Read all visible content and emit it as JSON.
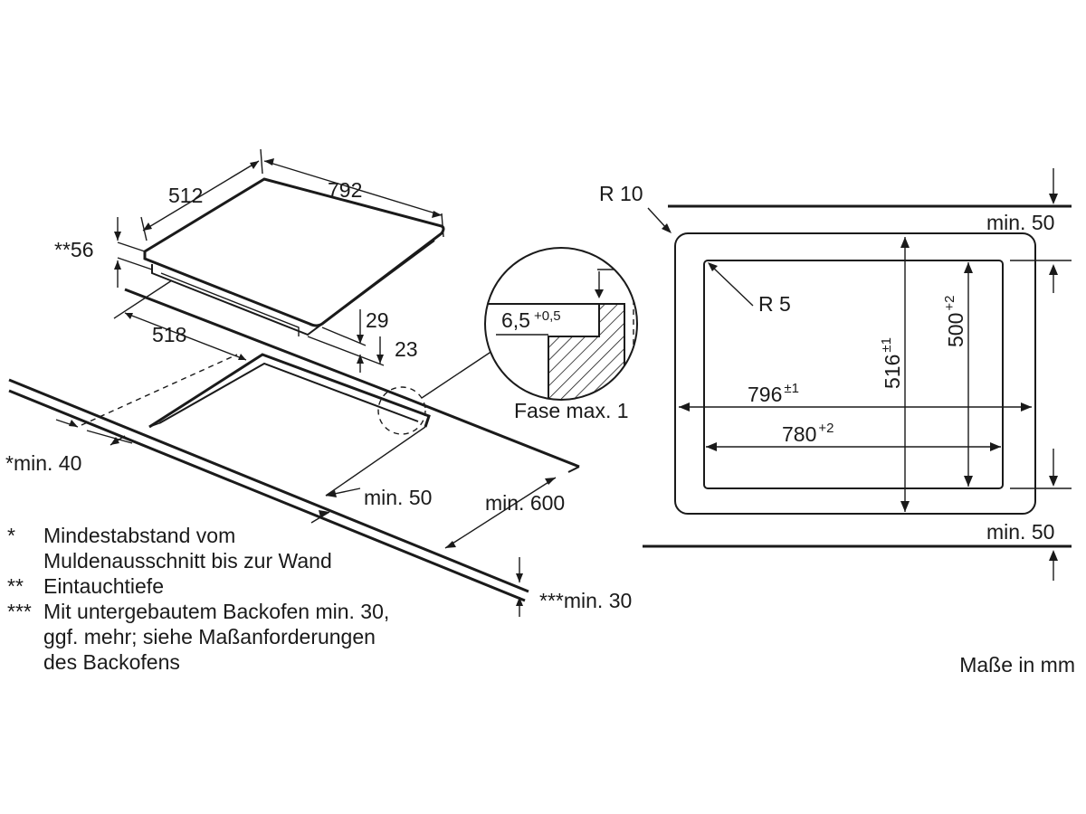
{
  "cooktop_view": {
    "width": "792",
    "depth": "512",
    "insertion_depth": "**56",
    "frame_height": "29",
    "height_above": "23",
    "cutout_depth": "518",
    "wall_clearance": "*min. 40",
    "front_clearance": "min. 50",
    "cutout_width_min": "min. 600",
    "oven_clearance": "***min. 30"
  },
  "detail_view": {
    "chamfer_depth": "6,5",
    "chamfer_tol": "+0,5",
    "chamfer_note": "Fase max. 1"
  },
  "cutout_view": {
    "outer_radius": "R 10",
    "inner_radius": "R 5",
    "top_clearance": "min. 50",
    "bottom_clearance": "min. 50",
    "outer_width": "796",
    "outer_width_tol": "±1",
    "inner_width": "780",
    "inner_width_tol": "+2",
    "outer_height": "516",
    "outer_height_tol": "±1",
    "inner_height": "500",
    "inner_height_tol": "+2"
  },
  "legend": [
    {
      "mark": "*",
      "text": "Mindestabstand vom\nMuldenausschnitt bis zur Wand"
    },
    {
      "mark": "**",
      "text": "Eintauchtiefe"
    },
    {
      "mark": "***",
      "text": "Mit untergebautem Backofen min. 30,\nggf. mehr; siehe Maßanforderungen\ndes Backofens"
    }
  ],
  "units_note": "Maße in mm"
}
